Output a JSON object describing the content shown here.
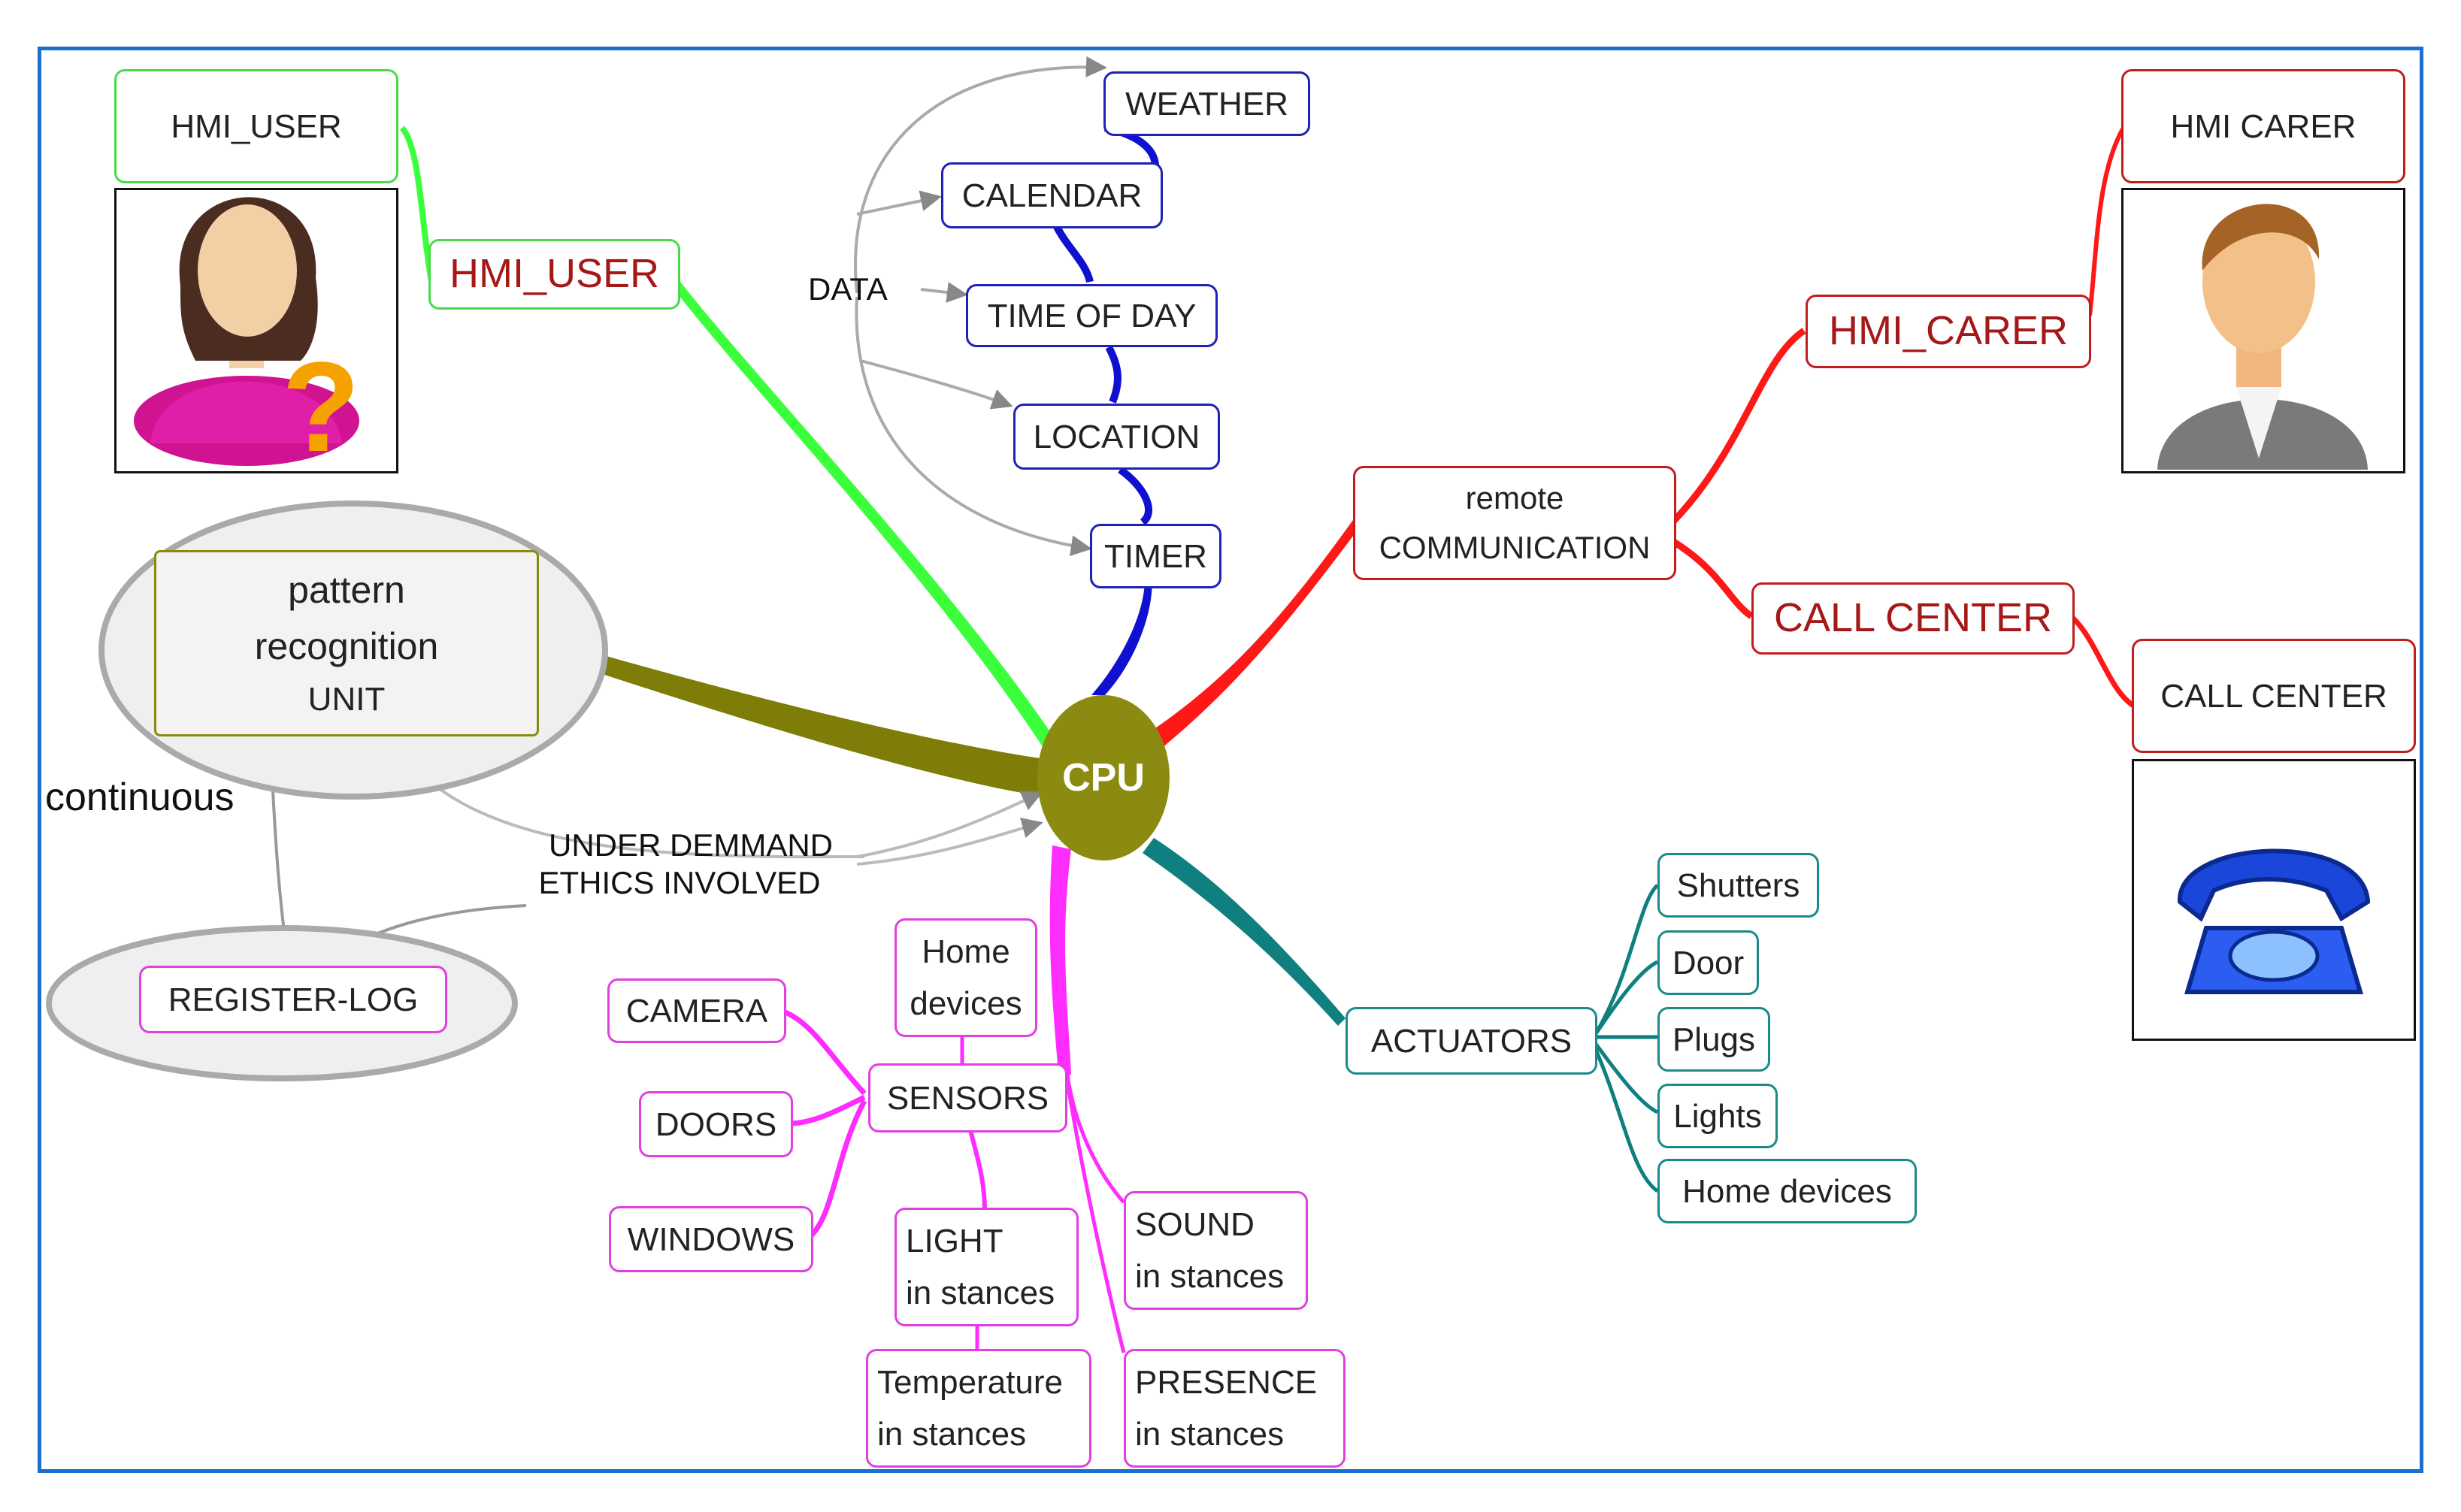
{
  "cpu": "CPU",
  "hmi_user": {
    "header": "HMI_USER",
    "branch": "HMI_USER"
  },
  "hmi_carer": {
    "header": "HMI CARER",
    "branch": "HMI_CARER"
  },
  "remote": {
    "line1": "remote",
    "line2": "COMMUNICATION"
  },
  "call_center": {
    "branch": "CALL CENTER",
    "header": "CALL CENTER"
  },
  "data": {
    "label": "DATA",
    "items": [
      "WEATHER",
      "CALENDAR",
      "TIME OF DAY",
      "LOCATION",
      "TIMER"
    ]
  },
  "pattern": {
    "line1": "pattern",
    "line2": "recognition",
    "line3": "UNIT"
  },
  "continuous": "continuous",
  "under_demand": {
    "line1": "UNDER DEMMAND",
    "line2": "ETHICS INVOLVED"
  },
  "register_log": "REGISTER-LOG",
  "sensors": {
    "label": "SENSORS",
    "home_devices": [
      "Home",
      "devices"
    ],
    "camera": "CAMERA",
    "doors": "DOORS",
    "windows": "WINDOWS",
    "light": [
      "LIGHT",
      "in stances"
    ],
    "temperature": [
      "Temperature",
      "in stances"
    ],
    "sound": [
      "SOUND",
      "in stances"
    ],
    "presence": [
      "PRESENCE",
      "in stances"
    ]
  },
  "actuators": {
    "label": "ACTUATORS",
    "items": [
      "Shutters",
      "Door",
      "Plugs",
      "Lights",
      "Home devices"
    ]
  },
  "colors": {
    "frame": "#1a6fd0",
    "green": "#4cd84c",
    "blue": "#1f22b4",
    "red": "#c21d1d",
    "magenta": "#e040e0",
    "teal": "#1a8a8a",
    "olive": "#8b8b12"
  }
}
